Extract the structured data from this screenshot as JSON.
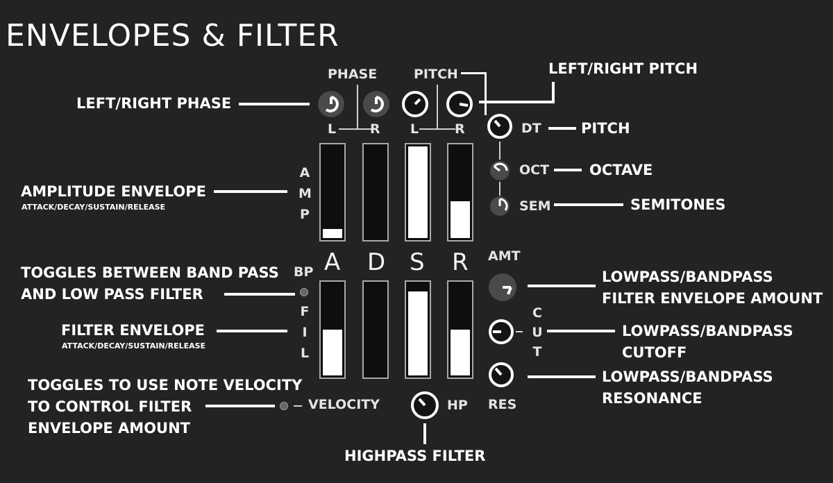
{
  "title": "ENVELOPES & FILTER",
  "synth": {
    "phase_label": "PHASE",
    "pitch_label": "PITCH",
    "phase_lr": [
      "L",
      "R"
    ],
    "pitch_lr": [
      "L",
      "R"
    ],
    "dt": "DT",
    "oct": "OCT",
    "sem": "SEM",
    "amp_letters": [
      "A",
      "M",
      "P"
    ],
    "fil_letters": [
      "F",
      "I",
      "L"
    ],
    "adsr": [
      "A",
      "D",
      "S",
      "R"
    ],
    "bp": "BP",
    "amt": "AMT",
    "cut_letters": [
      "C",
      "U",
      "T"
    ],
    "res": "RES",
    "velocity": "VELOCITY",
    "hp": "HP"
  },
  "annotations": {
    "left_right_phase": "LEFT/RIGHT PHASE",
    "left_right_pitch": "LEFT/RIGHT PITCH",
    "pitch": "PITCH",
    "octave": "OCTAVE",
    "semitones": "SEMITONES",
    "amp_env": "AMPLITUDE ENVELOPE",
    "amp_env_sub": "ATTACK/DECAY/SUSTAIN/RELEASE",
    "toggle_bp_1": "TOGGLES BETWEEN BAND PASS",
    "toggle_bp_2": "AND LOW PASS FILTER",
    "filter_env": "FILTER ENVELOPE",
    "filter_env_sub": "ATTACK/DECAY/SUSTAIN/RELEASE",
    "velocity_1": "TOGGLES TO USE NOTE VELOCITY",
    "velocity_2": "TO CONTROL FILTER",
    "velocity_3": "ENVELOPE AMOUNT",
    "highpass": "HIGHPASS FILTER",
    "amt_1": "LOWPASS/BANDPASS",
    "amt_2": "FILTER ENVELOPE AMOUNT",
    "cut_1": "LOWPASS/BANDPASS",
    "cut_2": "CUTOFF",
    "res_1": "LOWPASS/BANDPASS",
    "res_2": "RESONANCE"
  },
  "amp_levels": [
    0.1,
    0.0,
    1.0,
    0.4
  ],
  "fil_levels": [
    0.5,
    0.0,
    0.92,
    0.5
  ]
}
